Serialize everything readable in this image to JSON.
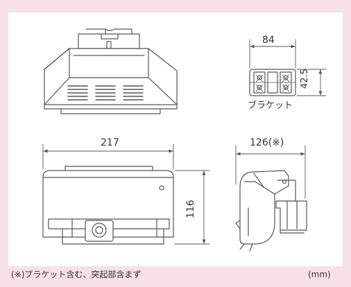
{
  "dimensions": {
    "bracket_width": "84",
    "bracket_height": "42.5",
    "front_width": "217",
    "front_height": "116",
    "side_depth": "126(※)"
  },
  "labels": {
    "bracket_caption": "ブラケット",
    "footnote": "(※)ブラケット含む、突起部含まず",
    "unit": "(mm)"
  },
  "colors": {
    "background": "#f7e1e9",
    "panel": "#ffffff",
    "line": "#555555",
    "text": "#333333"
  }
}
